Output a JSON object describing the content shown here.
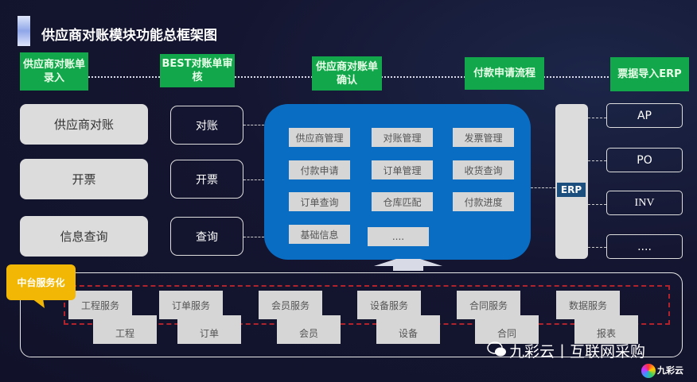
{
  "title": "供应商对账模块功能总框架图",
  "steps": [
    "供应商对账单录入",
    "BEST对账单审核",
    "供应商对账单确认",
    "付款申请流程",
    "票据导入ERP"
  ],
  "left_items": [
    "供应商对账",
    "开票",
    "信息查询"
  ],
  "mid_items": [
    "对账",
    "开票",
    "查询"
  ],
  "modules": [
    "供应商管理",
    "对账管理",
    "发票管理",
    "付款申请",
    "订单管理",
    "收货查询",
    "订单查询",
    "仓库匹配",
    "付款进度",
    "基础信息",
    "...."
  ],
  "erp_label": "ERP",
  "erp_items": [
    "AP",
    "PO",
    "INV",
    "...."
  ],
  "middle_platform_label": "中台服务化",
  "services": [
    "工程服务",
    "订单服务",
    "会员服务",
    "设备服务",
    "合同服务",
    "数据服务"
  ],
  "service_bases": [
    "工程",
    "订单",
    "会员",
    "设备",
    "合同",
    "报表"
  ],
  "watermark": "九彩云丨互联网采购",
  "logo": "九彩云"
}
